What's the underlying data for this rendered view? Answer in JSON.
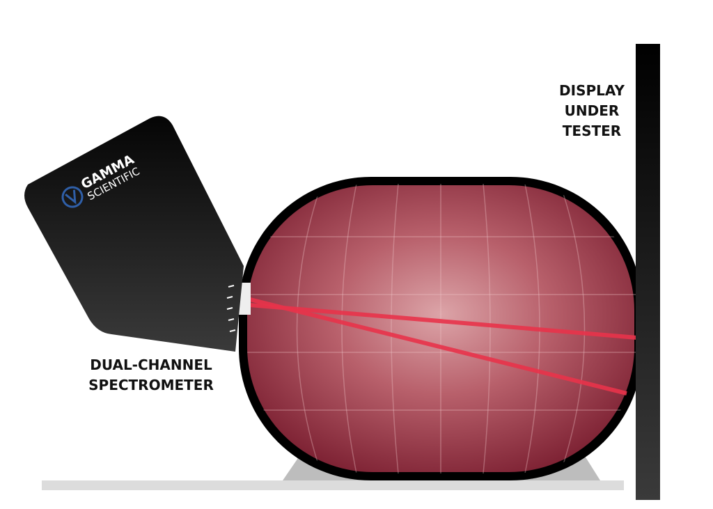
{
  "labels": {
    "spectrometer": [
      "DUAL-CHANNEL",
      "SPECTROMETER"
    ],
    "display": [
      "DISPLAY",
      "UNDER",
      "TESTER"
    ]
  },
  "brand": {
    "line1": "GAMMA",
    "line2": "SCIENTIFIC",
    "logo_color": "#2f5fa8"
  },
  "colors": {
    "sphere_dark": "#7a1e30",
    "sphere_light": "#d9a0a4",
    "beam": "#e8334a",
    "display_panel": "#000000",
    "spectrometer_body": "#111111",
    "base": "#bdbdbd",
    "floor": "#dcdcdc"
  }
}
